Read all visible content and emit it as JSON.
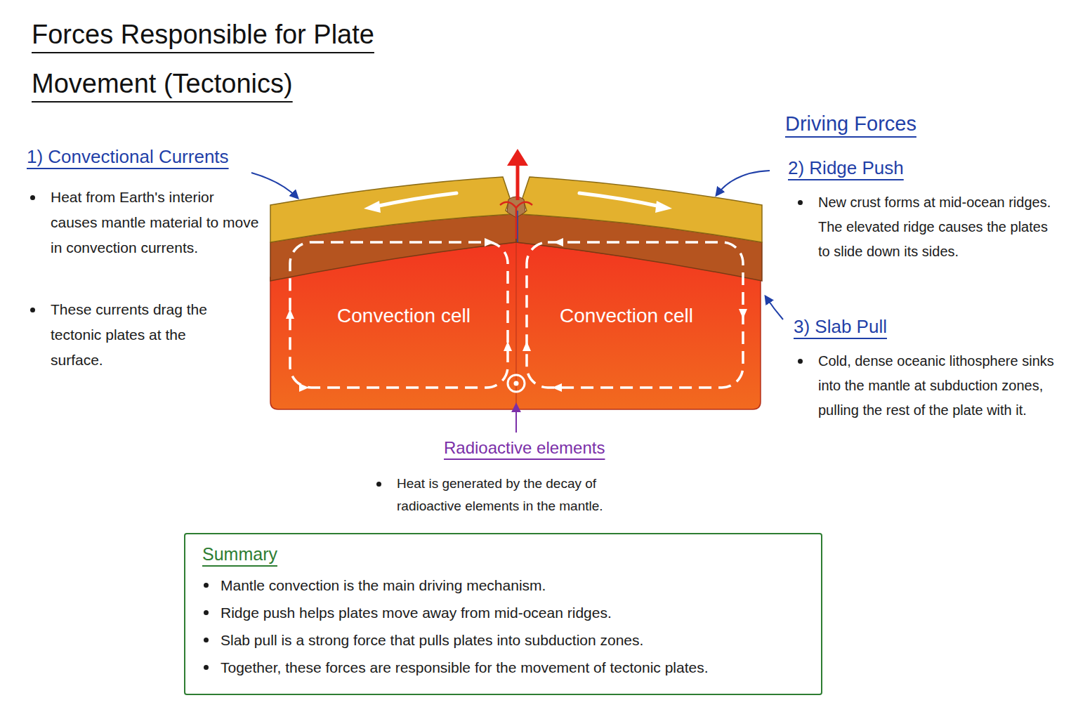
{
  "diagram": {
    "title": "Forces Responsible for Plate Movement (Tectonics)",
    "nodes": [
      {
        "text": [
          "Convection cell"
        ]
      },
      {
        "text": [
          "Convection cell"
        ]
      },
      {
        "text": [
          "Summary",
          "Mantle convection is the main driving mechanism.",
          "Ridge push helps plates move away from mid-ocean ridges.",
          "Slab pull is a strong force that pulls plates into subduction zones.",
          "Together, these forces are responsible for the movement of tectonic plates."
        ]
      }
    ],
    "labels": [
      "1) Convectional Currents",
      "Heat from Earth's interior causes mantle material to move in convection currents.",
      "These currents drag the tectonic plates at the surface.",
      "Driving Forces",
      "2) Ridge Push",
      "New crust forms at mid-ocean ridges. The elevated ridge causes the plates to slide down its sides.",
      "3) Slab Pull",
      "Cold, dense oceanic lithosphere sinks into the mantle at subduction zones, pulling the rest of the plate with it.",
      "Radioactive elements",
      "Heat is generated by the decay of radioactive elements in the mantle."
    ]
  }
}
